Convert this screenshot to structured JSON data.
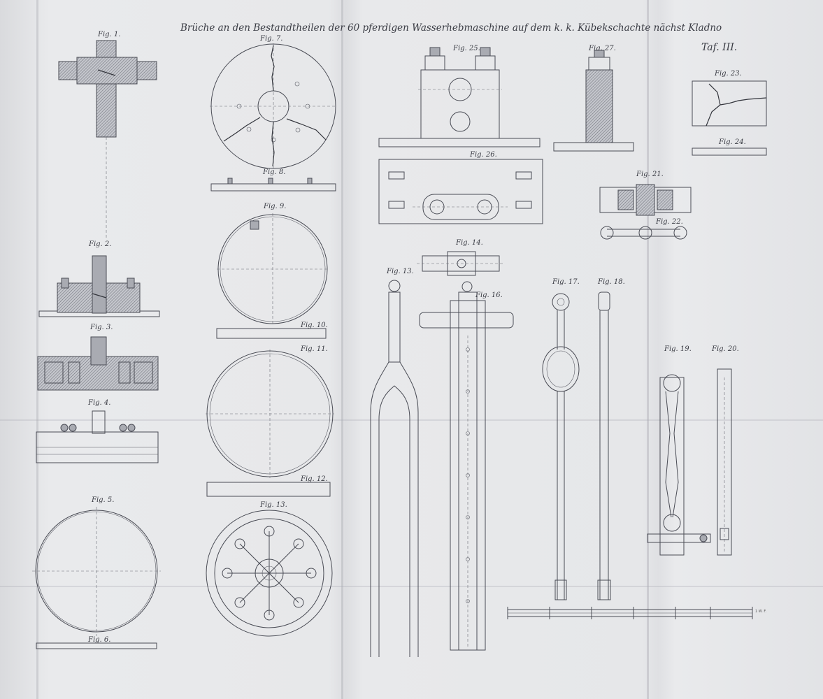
{
  "plate": {
    "title": "Brüche an den Bestandtheilen der 60 pferdigen Wasserhebmaschine auf dem k. k. Kübekschachte nächst Kladno",
    "plate_number": "Taf. III."
  },
  "figures": {
    "fig1": "Fig. 1.",
    "fig2": "Fig. 2.",
    "fig3": "Fig. 3.",
    "fig4": "Fig. 4.",
    "fig5": "Fig. 5.",
    "fig6": "Fig. 6.",
    "fig7": "Fig. 7.",
    "fig8": "Fig. 8.",
    "fig9": "Fig. 9.",
    "fig10": "Fig. 10.",
    "fig11": "Fig. 11.",
    "fig12": "Fig. 12.",
    "fig13": "Fig. 13.",
    "fig13b": "Fig. 13.",
    "fig14": "Fig. 14.",
    "fig16": "Fig. 16.",
    "fig17": "Fig. 17.",
    "fig18": "Fig. 18.",
    "fig19": "Fig. 19.",
    "fig20": "Fig. 20.",
    "fig21": "Fig. 21.",
    "fig22": "Fig. 22.",
    "fig23": "Fig. 23.",
    "fig24": "Fig. 24.",
    "fig25": "Fig. 25.",
    "fig26": "Fig. 26.",
    "fig27": "Fig. 27."
  },
  "scale_bar": {
    "unit_label": "1 W. F."
  }
}
